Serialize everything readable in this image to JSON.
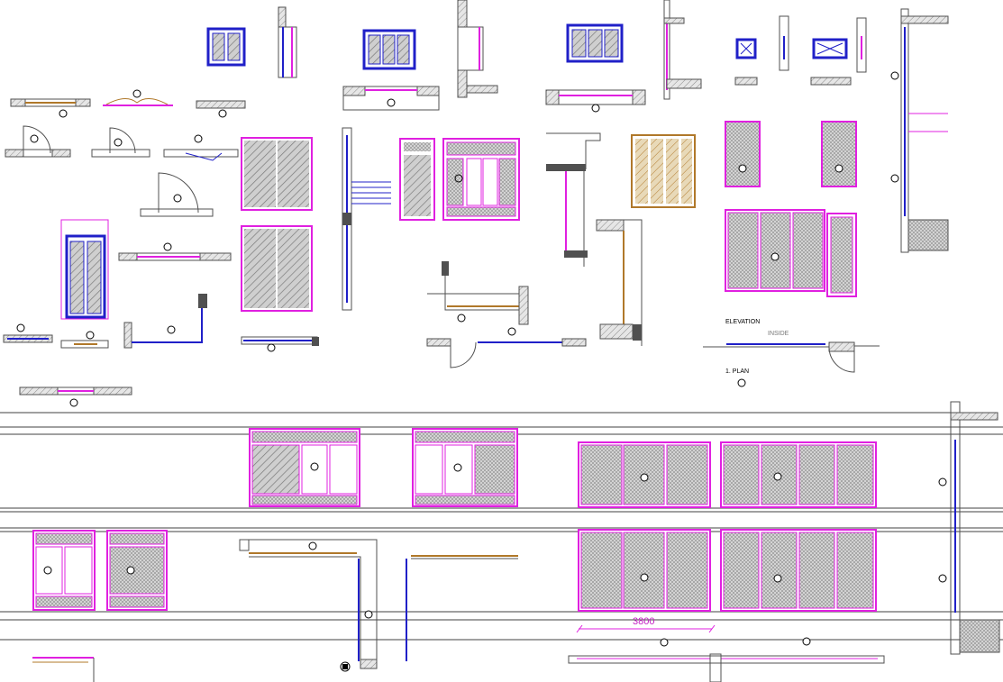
{
  "labels": {
    "elevation": "ELEVATION",
    "inside": "INSIDE",
    "plan": "1. PLAN",
    "dimension": "3800"
  },
  "colors": {
    "frame": "#e020e0",
    "glass": "#2020c8",
    "wall": "#505050",
    "hatch": "#9a9a9a",
    "wood": "#b0782a",
    "line": "#000000"
  }
}
